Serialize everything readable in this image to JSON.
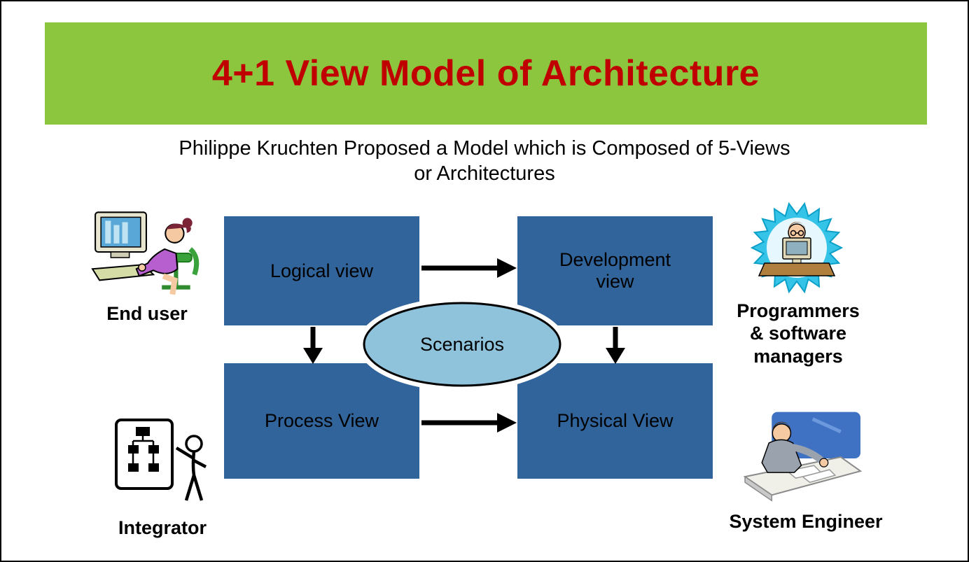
{
  "slide": {
    "title": "4+1 View Model of Architecture",
    "subtitle": {
      "line1": "Philippe Kruchten Proposed a Model which is Composed of 5-Views",
      "line2": "or Architectures"
    }
  },
  "diagram": {
    "boxes": [
      {
        "id": "logical",
        "label": "Logical view"
      },
      {
        "id": "development",
        "label": "Development view"
      },
      {
        "id": "process",
        "label": "Process View"
      },
      {
        "id": "physical",
        "label": "Physical View"
      }
    ],
    "scenarios_label": "Scenarios",
    "arrows": [
      {
        "from": "Logical view",
        "to": "Development view"
      },
      {
        "from": "Logical view",
        "to": "Process View"
      },
      {
        "from": "Development view",
        "to": "Physical View"
      },
      {
        "from": "Process View",
        "to": "Physical View"
      }
    ]
  },
  "actors": [
    {
      "id": "end-user",
      "label": "End user",
      "icon": "end-user-at-computer-icon"
    },
    {
      "id": "integrator",
      "label": "Integrator",
      "icon": "integrator-flowchart-icon"
    },
    {
      "id": "programmers",
      "label": "Programmers & software managers",
      "icon": "programmer-starburst-icon"
    },
    {
      "id": "system-engineer",
      "label": "System Engineer",
      "icon": "system-engineer-workstation-icon"
    }
  ],
  "colors": {
    "banner_bg": "#8CC63E",
    "title_red": "#C00000",
    "box_blue": "#31649B",
    "ellipse_fill": "#8FC3DC",
    "arrow_black": "#000000"
  }
}
